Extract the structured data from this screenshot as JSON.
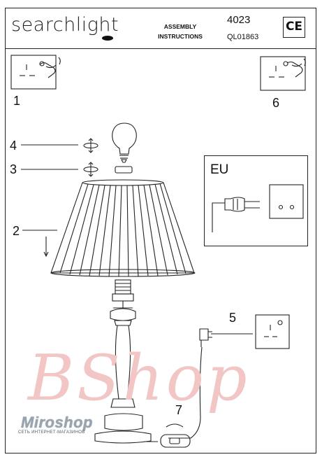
{
  "header": {
    "brand": "searchlight",
    "doc_type_line1": "ASSEMBLY",
    "doc_type_line2": "INSTRUCTIONS",
    "model_number": "4023",
    "product_code": "QL01863",
    "ce_mark": "CE"
  },
  "steps": {
    "s1": "1",
    "s2": "2",
    "s3": "3",
    "s4": "4",
    "s5": "5",
    "s6": "6",
    "s7": "7"
  },
  "plug_panel": {
    "region": "EU"
  },
  "watermark": {
    "main": "BShop",
    "overlay": "Miroshop",
    "overlay_sub": "СЕТЬ ИНТЕРНЕТ-МАГАЗИНОВ"
  },
  "icons": [
    "socket-switch-icon",
    "hand-pointer-icon",
    "light-bulb-icon",
    "shade-ring-icon",
    "eu-plug-icon",
    "eu-socket-icon",
    "inline-switch-icon"
  ]
}
